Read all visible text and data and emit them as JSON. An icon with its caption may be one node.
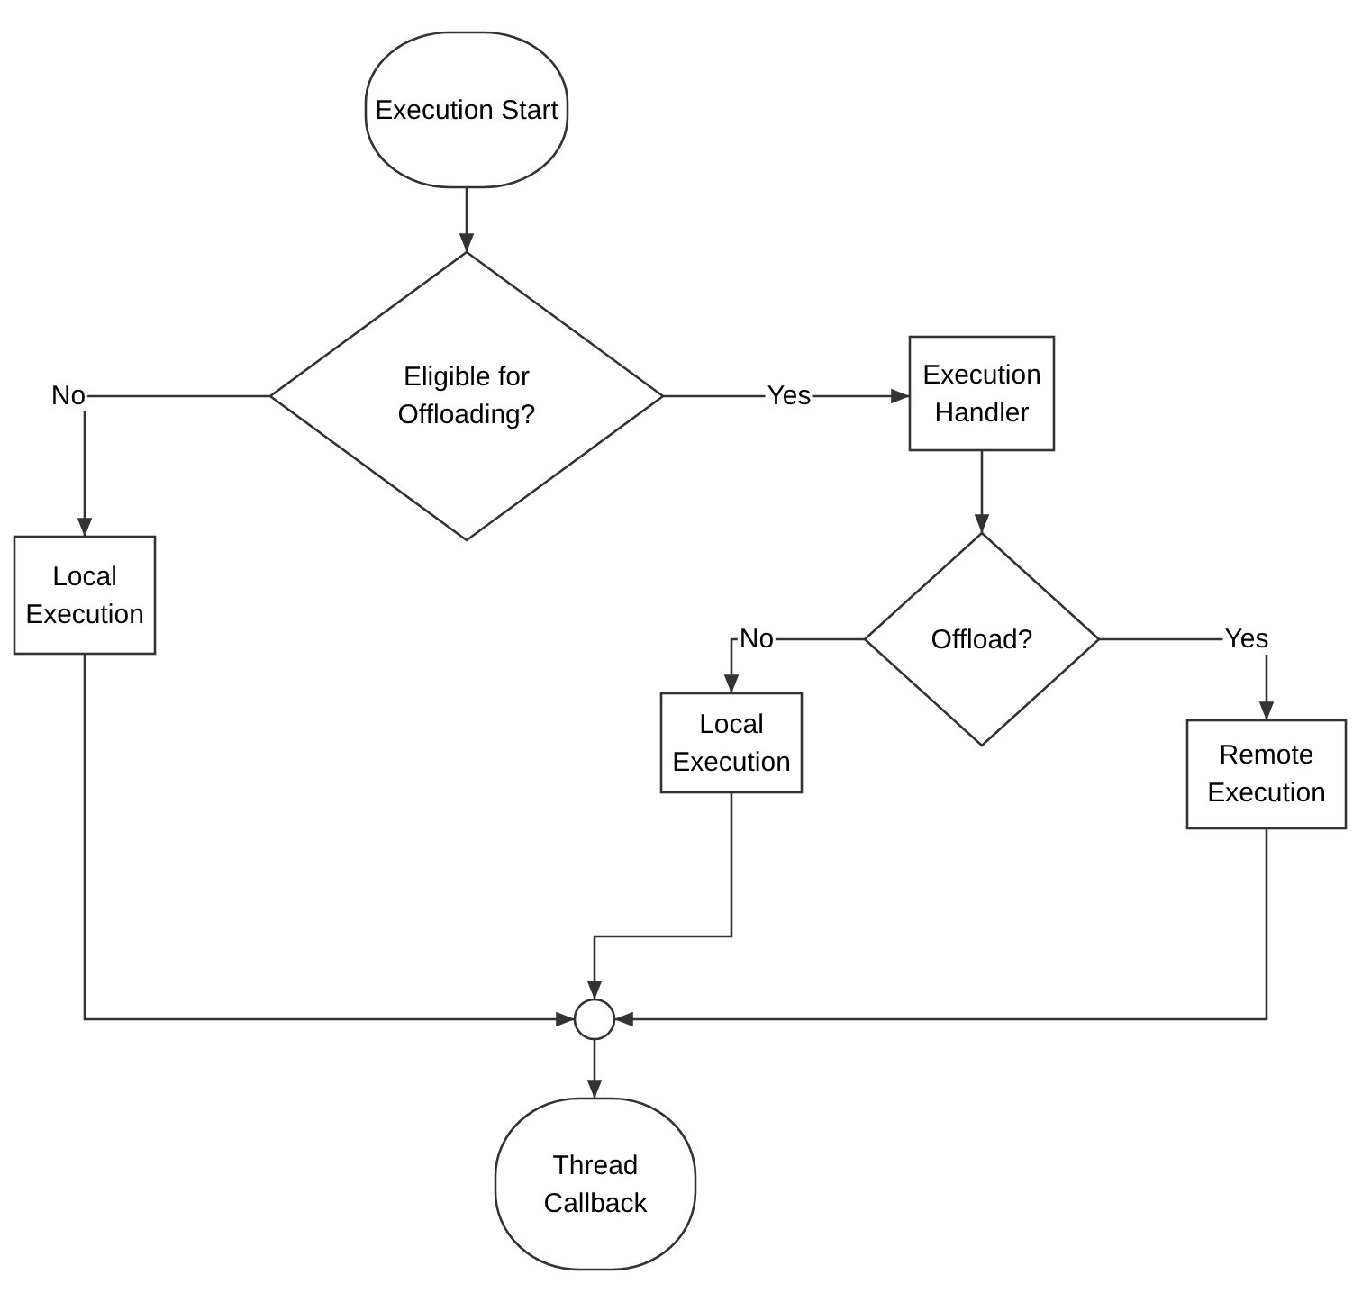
{
  "diagram": {
    "nodes": [
      {
        "text": [
          "Execution Start"
        ]
      },
      {
        "text": [
          "Eligible for Offloading?"
        ]
      },
      {
        "text": [
          "Execution Handler"
        ]
      },
      {
        "text": [
          "Local Execution"
        ]
      },
      {
        "text": [
          "Offload?"
        ]
      },
      {
        "text": [
          "Local Execution"
        ]
      },
      {
        "text": [
          "Remote Execution"
        ]
      },
      {
        "text": [],
        "shape": "circle"
      },
      {
        "text": [
          "Thread Callback"
        ]
      }
    ],
    "edges": [
      {
        "from": 0,
        "to": 1,
        "arrow": "to"
      },
      {
        "from": 1,
        "to": 3,
        "arrow": "to",
        "label": "No"
      },
      {
        "from": 1,
        "to": 2,
        "arrow": "to",
        "label": "Yes"
      },
      {
        "from": 2,
        "to": 4,
        "arrow": "to"
      },
      {
        "from": 4,
        "to": 5,
        "arrow": "to",
        "label": "No"
      },
      {
        "from": 4,
        "to": 6,
        "arrow": "to",
        "label": "Yes"
      },
      {
        "from": 3,
        "to": 7,
        "arrow": "to"
      },
      {
        "from": 5,
        "to": 7,
        "arrow": "to"
      },
      {
        "from": 6,
        "to": 7,
        "arrow": "to"
      },
      {
        "from": 7,
        "to": 8,
        "arrow": "to"
      }
    ]
  }
}
